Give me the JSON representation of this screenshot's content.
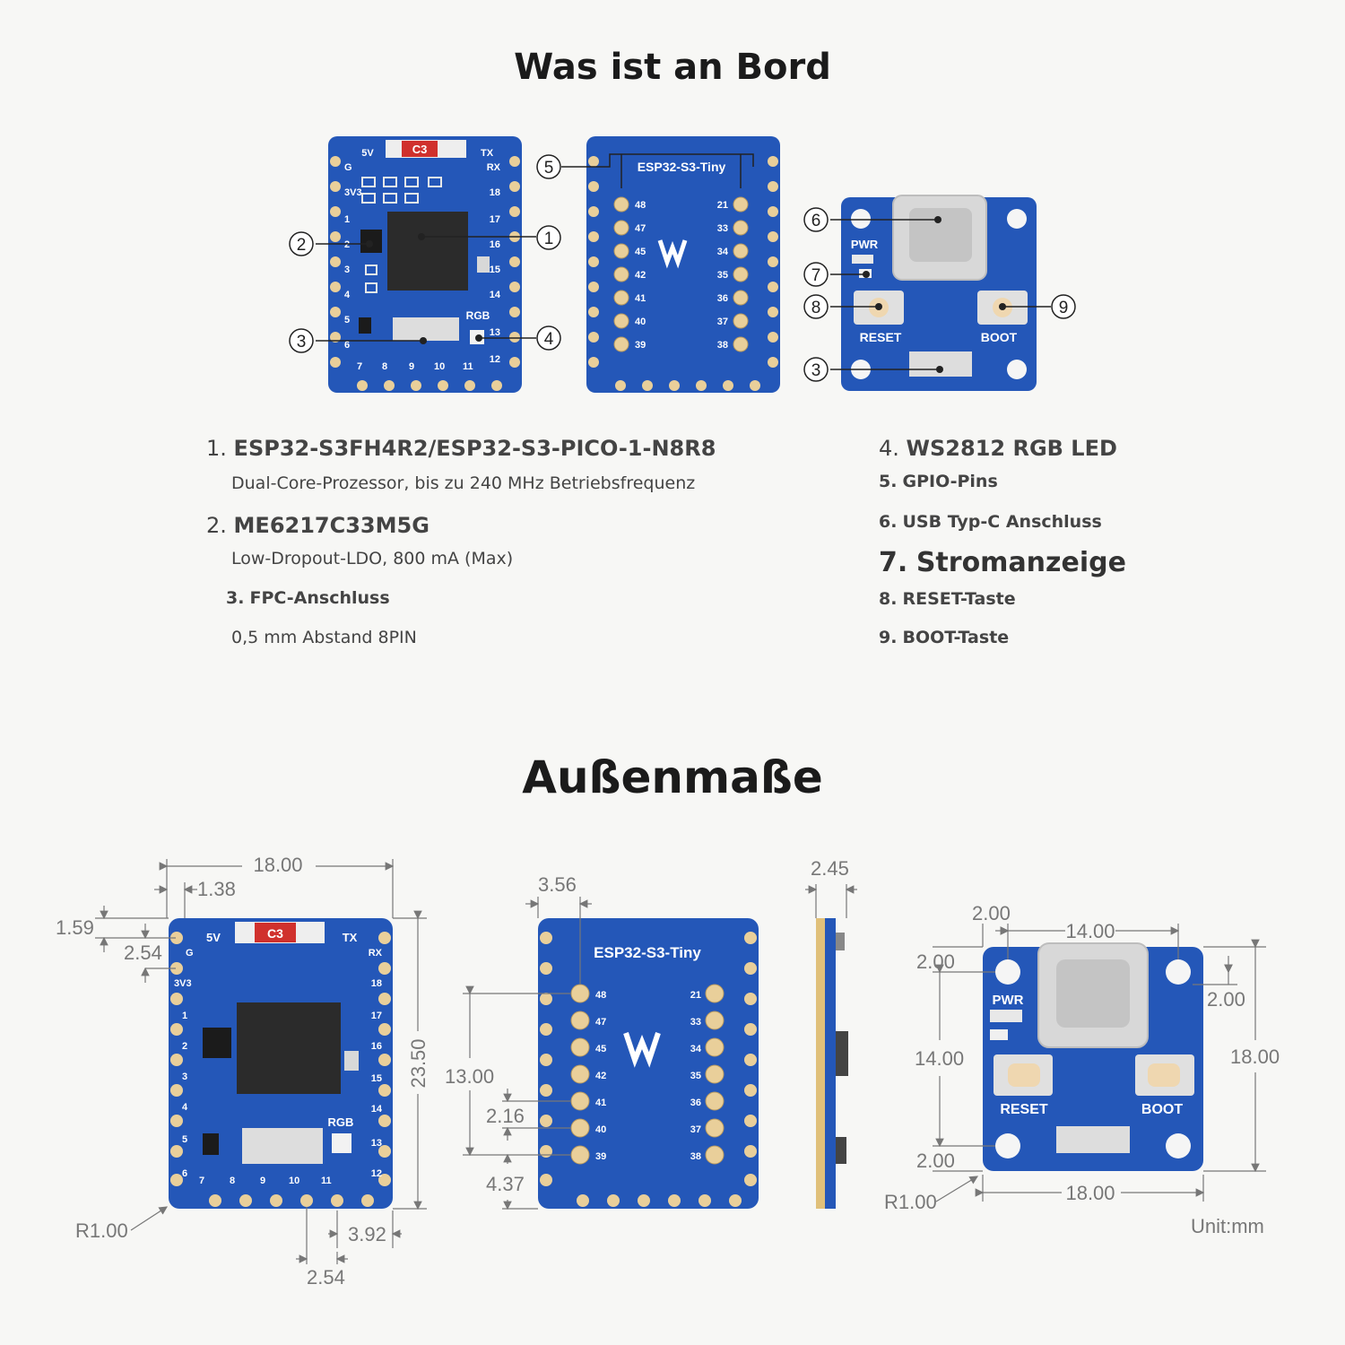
{
  "titles": {
    "onboard": "Was ist an Bord",
    "dimensions": "Außenmaße"
  },
  "colors": {
    "pcb": "#2457b8",
    "pcb_dark": "#1d469a",
    "pad": "#e9cf9a",
    "chip": "#2b2b2b",
    "background": "#f7f7f5"
  },
  "board_front": {
    "chip_tag": "C3",
    "top_labels": [
      "5V",
      "TX"
    ],
    "left_pins": [
      "G",
      "3V3",
      "1",
      "2",
      "3",
      "4",
      "5",
      "6"
    ],
    "right_pins": [
      "RX",
      "18",
      "17",
      "16",
      "15",
      "14",
      "13",
      "12"
    ],
    "bottom_pins": [
      "7",
      "8",
      "9",
      "10",
      "11"
    ],
    "rgb_label": "RGB"
  },
  "board_back": {
    "name": "ESP32-S3-Tiny",
    "left_pins": [
      "48",
      "47",
      "45",
      "42",
      "41",
      "40",
      "39"
    ],
    "right_pins": [
      "21",
      "33",
      "34",
      "35",
      "36",
      "37",
      "38"
    ]
  },
  "adapter": {
    "pwr": "PWR",
    "reset": "RESET",
    "boot": "BOOT"
  },
  "callouts": [
    "1",
    "2",
    "3",
    "4",
    "5",
    "6",
    "7",
    "8",
    "9"
  ],
  "features_left": [
    {
      "num": "1.",
      "title": "ESP32-S3FH4R2/ESP32-S3-PICO-1-N8R8",
      "desc": "Dual-Core-Prozessor, bis zu 240 MHz Betriebsfrequenz"
    },
    {
      "num": "2.",
      "title": "ME6217C33M5G",
      "desc": "Low-Dropout-LDO, 800 mA (Max)"
    },
    {
      "num": "3.",
      "title": "FPC-Anschluss",
      "desc": "0,5 mm Abstand 8PIN"
    }
  ],
  "features_right": [
    {
      "num": "4.",
      "title": "WS2812 RGB LED"
    },
    {
      "num": "5.",
      "title": "GPIO-Pins"
    },
    {
      "num": "6.",
      "title": "USB Typ-C Anschluss"
    },
    {
      "num": "7.",
      "title": "Stromanzeige"
    },
    {
      "num": "8.",
      "title": "RESET-Taste"
    },
    {
      "num": "9.",
      "title": "BOOT-Taste"
    }
  ],
  "dims_front": {
    "width": "18.00",
    "offset_x": "1.38",
    "offset_y": "1.59",
    "pitch": "2.54",
    "height": "23.50",
    "radius": "R1.00",
    "edge": "3.92",
    "bottom_pitch": "2.54"
  },
  "dims_back": {
    "top": "3.56",
    "span": "13.00",
    "pitch": "2.16",
    "bottom": "4.37"
  },
  "dims_side": {
    "thickness": "2.45"
  },
  "dims_adapter": {
    "hole_x": "2.00",
    "hole_span_x": "14.00",
    "hole_y": "2.00",
    "right_y": "2.00",
    "hole_span_y": "14.00",
    "height": "18.00",
    "bottom_y": "2.00",
    "radius": "R1.00",
    "width": "18.00"
  },
  "unit": "Unit:mm"
}
